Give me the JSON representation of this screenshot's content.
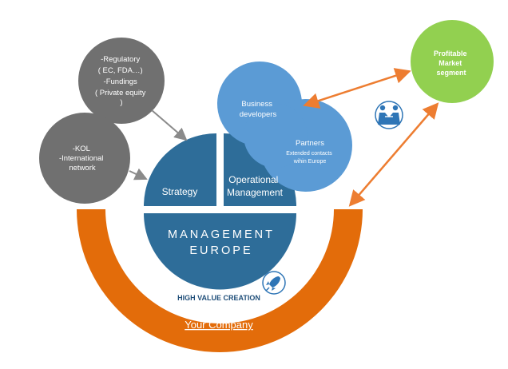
{
  "gray_circles": {
    "regulatory": {
      "lines": [
        "-Regulatory",
        "( EC, FDA…)",
        "-Fundings",
        "( Private equity",
        ")"
      ]
    },
    "kol": {
      "lines": [
        "-KOL",
        "-International",
        "network"
      ]
    }
  },
  "blue_cloud": {
    "business": [
      "Business",
      "developers"
    ],
    "partners_title": "Partners",
    "partners_sub": [
      "Extended contacts",
      "wihin Europe"
    ]
  },
  "green_circle": {
    "lines": [
      "Profitable",
      "Market",
      "segment"
    ]
  },
  "core": {
    "strategy": "Strategy",
    "operational": [
      "Operational",
      "Management"
    ],
    "management": "MANAGEMENT",
    "europe": "EUROPE"
  },
  "high_value_creation": "HIGH VALUE CREATION",
  "your_company": "Your Company",
  "icons": [
    "handshake-icon",
    "rocket-icon"
  ],
  "colors": {
    "gray": "#707070",
    "core_blue": "#2e6d99",
    "cloud_blue": "#5b9bd5",
    "green": "#92d050",
    "orange": "#e36c0a",
    "label_blue": "#1f4e79"
  }
}
